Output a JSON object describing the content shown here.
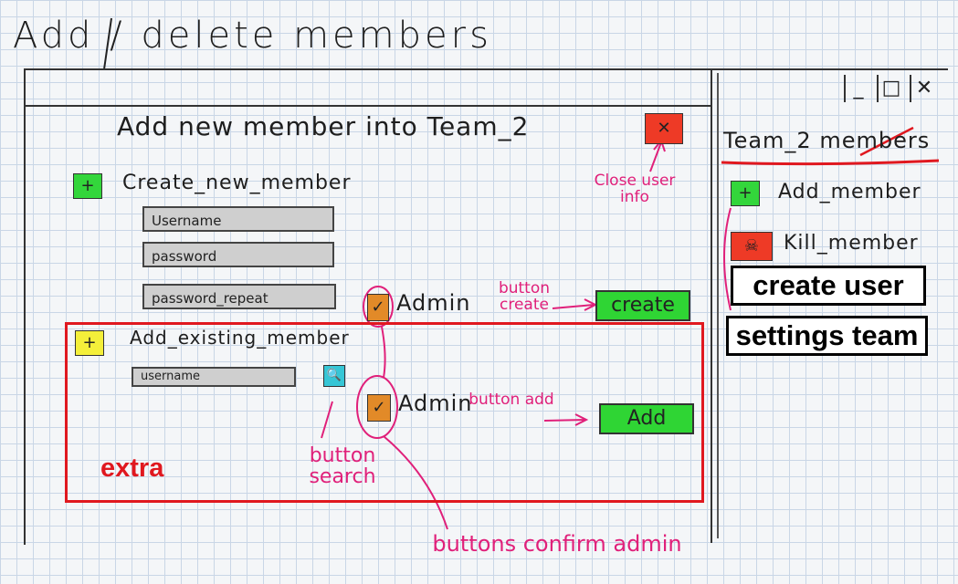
{
  "page_title": "Add / delete members",
  "window_controls": {
    "minimize": "_",
    "maximize": "□",
    "close": "✕"
  },
  "main": {
    "heading": "Add new member into Team_2",
    "close_button": "✕",
    "close_annotation": "Close user info",
    "create_section": {
      "checkbox_icon": "+",
      "label": "Create_new_member",
      "username_placeholder": "Username",
      "password_placeholder": "password",
      "password_repeat_placeholder": "password_repeat",
      "admin_check": "✓",
      "admin_label": "Admin",
      "create_annotation": "button create",
      "create_button": "create"
    },
    "existing_section": {
      "checkbox_icon": "+",
      "label": "Add_existing_member",
      "username_placeholder": "username",
      "search_icon": "🔍",
      "admin_check": "✓",
      "admin_label": "Admin",
      "add_annotation": "button add",
      "add_button": "Add",
      "search_annotation": "button search"
    },
    "confirm_admin_annotation": "buttons confirm admin",
    "extra_label": "extra"
  },
  "sidebar": {
    "title": "Team_2 members",
    "add_member": {
      "icon": "+",
      "label": "Add_member"
    },
    "kill_member": {
      "icon": "☠",
      "label": "Kill_member"
    },
    "create_user_button": "create user",
    "settings_team_button": "settings team"
  },
  "colors": {
    "green": "#33d63b",
    "yellow": "#f4ef3a",
    "orange": "#e28a28",
    "red": "#ee3a26",
    "cyan": "#36c6d6",
    "annotation": "#e0207a",
    "highlight": "#e0181f"
  }
}
